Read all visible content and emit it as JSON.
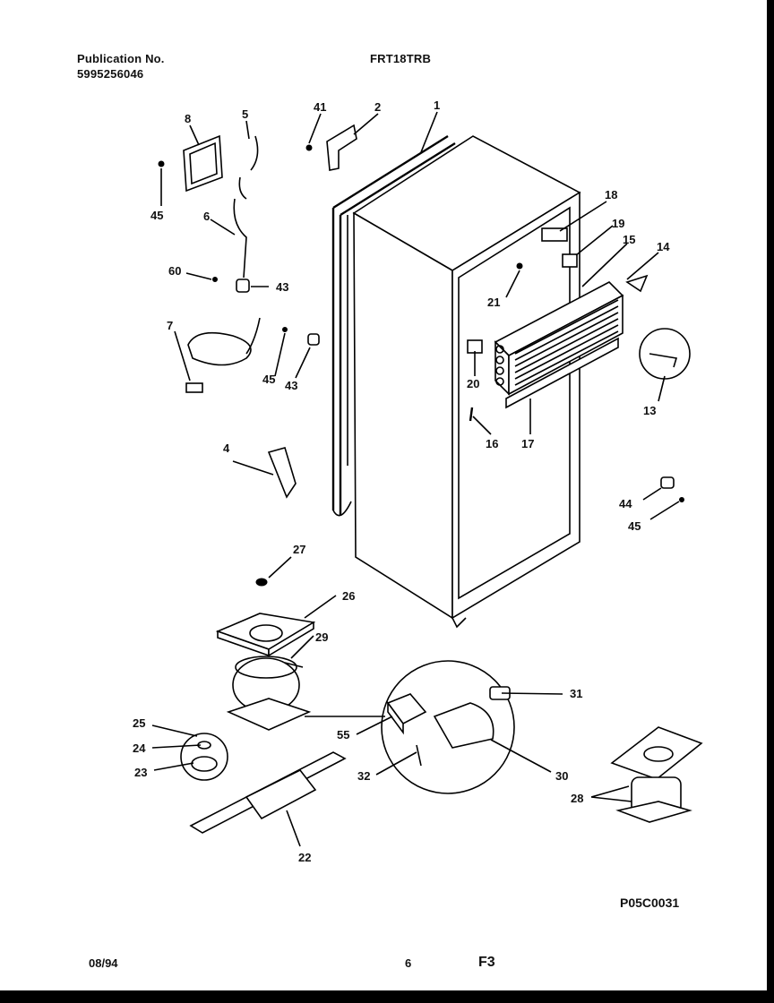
{
  "header": {
    "publication_label": "Publication No.",
    "publication_number": "5995256046",
    "model": "FRT18TRB"
  },
  "footer": {
    "date": "08/94",
    "page": "6",
    "section": "F3"
  },
  "figure_code": "P05C0031",
  "callouts": [
    "1",
    "2",
    "41",
    "5",
    "8",
    "45",
    "6",
    "60",
    "43",
    "7",
    "45",
    "43",
    "18",
    "19",
    "15",
    "14",
    "21",
    "20",
    "13",
    "16",
    "17",
    "4",
    "44",
    "45",
    "27",
    "26",
    "29",
    "25",
    "24",
    "23",
    "55",
    "31",
    "32",
    "30",
    "28",
    "22"
  ]
}
